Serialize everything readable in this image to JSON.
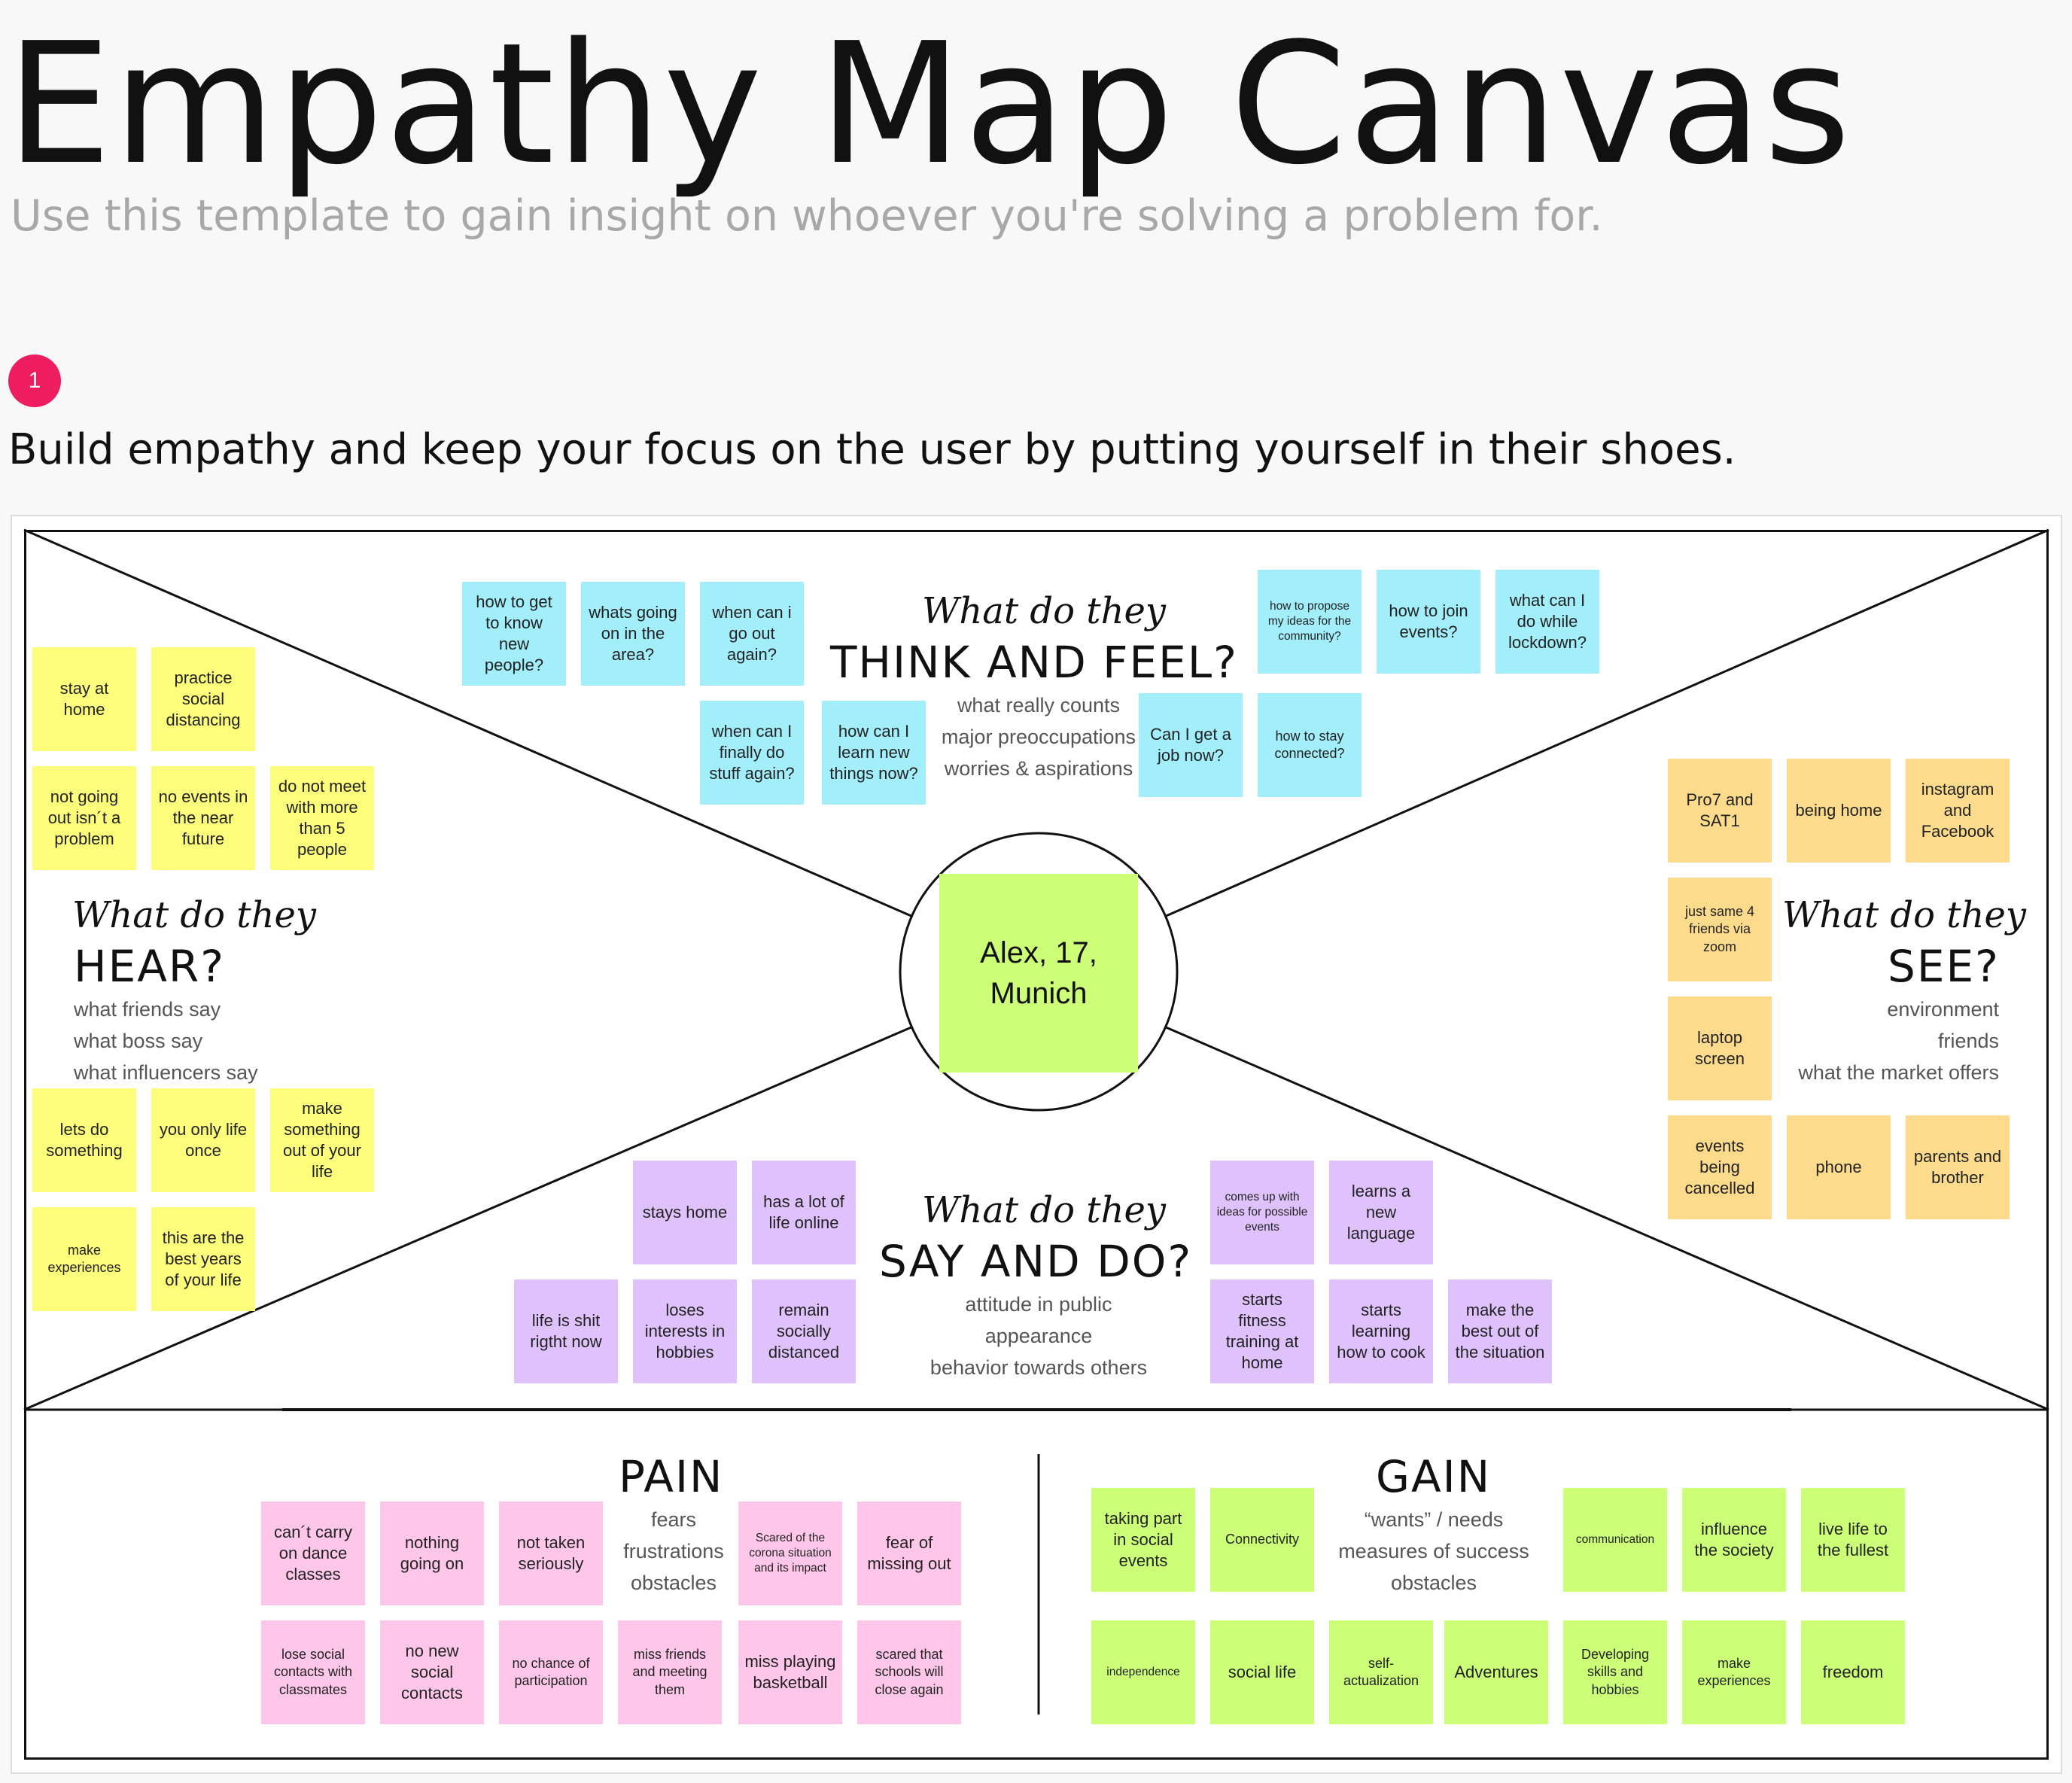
{
  "header": {
    "title": "Empathy Map Canvas",
    "subtitle": "Use this template to gain insight on whoever you're solving a problem for.",
    "step_number": "1",
    "instruction": "Build empathy and keep your focus on the user by putting yourself in their shoes."
  },
  "persona": {
    "name": "Alex, 17, Munich"
  },
  "think": {
    "lead": "What do they",
    "heading": "THINK AND FEEL?",
    "prompts": [
      "what really counts",
      "major preoccupations",
      "worries & aspirations"
    ],
    "notes": [
      "how to get to know new people?",
      "whats going on in the area?",
      "when can i go out again?",
      "when can I finally do stuff again?",
      "how can I learn new things now?",
      "how to propose my ideas for the community?",
      "how to join events?",
      "what can I do while lockdown?",
      "Can I get a job now?",
      "how to stay connected?"
    ]
  },
  "hear": {
    "lead": "What do they",
    "heading": "HEAR?",
    "prompts": [
      "what friends say",
      "what boss say",
      "what influencers say"
    ],
    "notes": [
      "stay at home",
      "practice social distancing",
      "not going out isn´t a problem",
      "no events in the near future",
      "do not meet with more than 5 people",
      "lets do something",
      "you only life once",
      "make something out of your life",
      "make experiences",
      "this are the best years of your life"
    ]
  },
  "see": {
    "lead": "What do they",
    "heading": "SEE?",
    "prompts": [
      "environment",
      "friends",
      "what the market offers"
    ],
    "notes": [
      "Pro7 and SAT1",
      "being home",
      "instagram and Facebook",
      "just same 4 friends via zoom",
      "laptop screen",
      "events being cancelled",
      "phone",
      "parents and brother"
    ]
  },
  "say": {
    "lead": "What do they",
    "heading": "SAY AND DO?",
    "prompts": [
      "attitude in public",
      "appearance",
      "behavior towards others"
    ],
    "notes": [
      "stays home",
      "has a lot of life online",
      "life is shit rigtht now",
      "loses interests in hobbies",
      "remain socially distanced",
      "comes up with ideas for possible events",
      "learns a new language",
      "starts fitness training at home",
      "starts learning how to cook",
      "make the best out of the situation"
    ]
  },
  "pain": {
    "heading": "PAIN",
    "prompts": [
      "fears",
      "frustrations",
      "obstacles"
    ],
    "notes": [
      "can´t carry on dance classes",
      "nothing going on",
      "not taken seriously",
      "Scared of the corona situation and its impact",
      "fear of missing out",
      "lose social contacts with classmates",
      "no new social contacts",
      "no chance of participation",
      "miss friends and meeting them",
      "miss playing basketball",
      "scared that schools will close again"
    ]
  },
  "gain": {
    "heading": "GAIN",
    "prompts": [
      "“wants” / needs",
      "measures of success",
      "obstacles"
    ],
    "notes": [
      "taking part in social events",
      "Connectivity",
      "communication",
      "influence the society",
      "live life to the fullest",
      "independence",
      "social life",
      "self-actualization",
      "Adventures",
      "Developing skills and hobbies",
      "make experiences",
      "freedom"
    ]
  },
  "colors": {
    "badge": "#ee1d5f",
    "hear_notes": "#fdfd7c",
    "think_notes": "#a2eefb",
    "see_notes": "#fcdc8c",
    "say_notes": "#dfc2fc",
    "pain_notes": "#fec7ea",
    "gain_notes": "#ccfe78"
  }
}
